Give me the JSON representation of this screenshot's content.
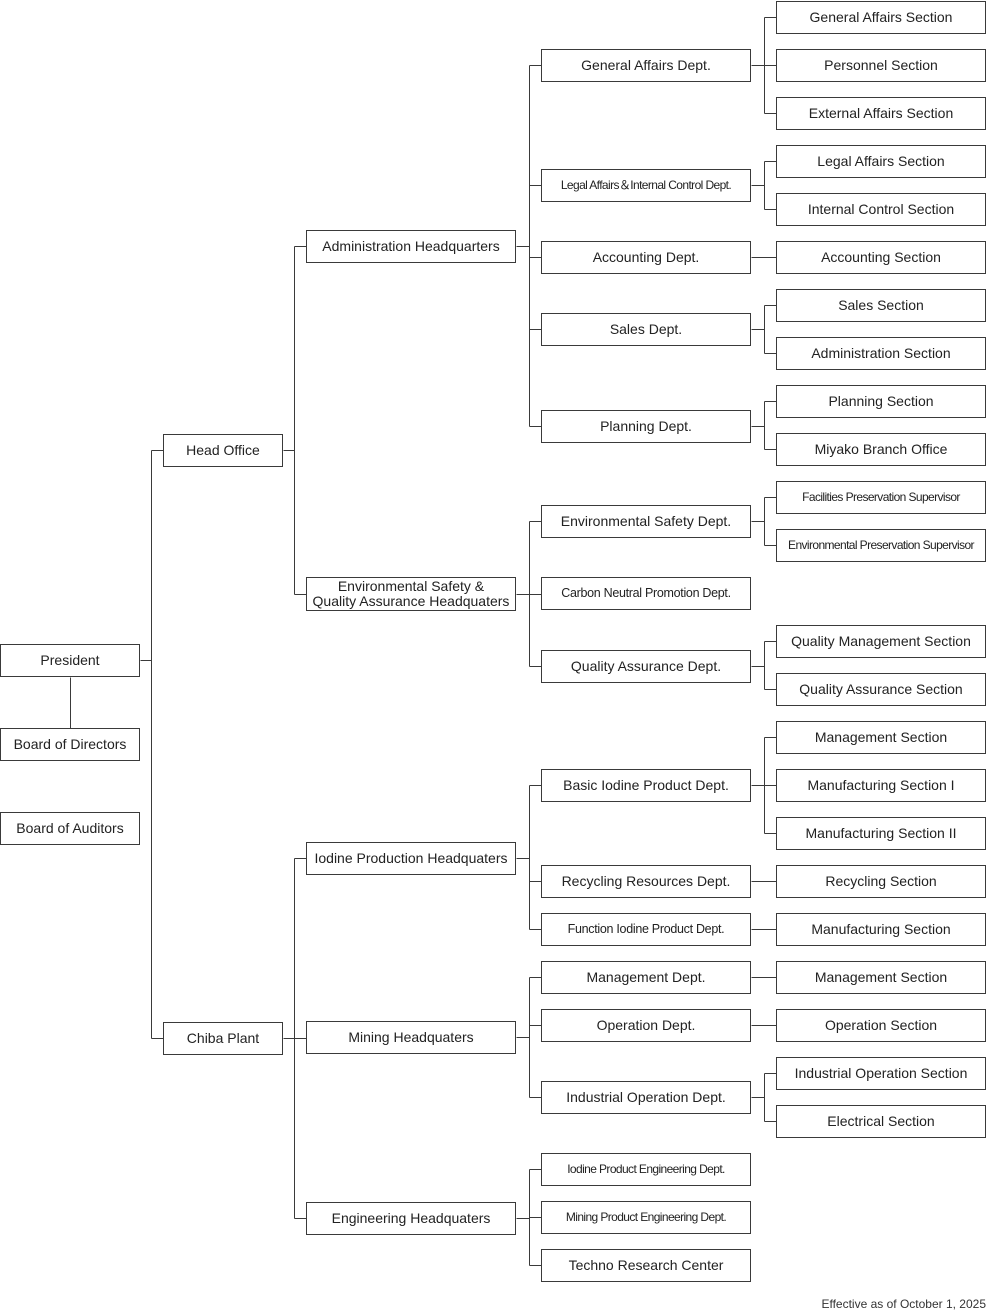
{
  "top": {
    "president": "President",
    "board_of_directors": "Board of Directors",
    "board_of_auditors": "Board of Auditors"
  },
  "divisions": {
    "head_office": "Head Office",
    "chiba_plant": "Chiba Plant"
  },
  "headquarters": {
    "administration": "Administration Headquarters",
    "env_safety_qa": "Environmental Safety &\nQuality Assurance Headquaters",
    "iodine_production": "Iodine Production Headquaters",
    "mining": "Mining Headquaters",
    "engineering": "Engineering Headquaters"
  },
  "depts": {
    "general_affairs": "General Affairs Dept.",
    "legal_internal_control": "Legal Affairs＆Internal Control Dept.",
    "accounting": "Accounting Dept.",
    "sales": "Sales Dept.",
    "planning": "Planning Dept.",
    "environmental_safety": "Environmental Safety Dept.",
    "carbon_neutral": "Carbon Neutral Promotion Dept.",
    "quality_assurance": "Quality Assurance Dept.",
    "basic_iodine": "Basic Iodine Product Dept.",
    "recycling_resources": "Recycling Resources Dept.",
    "function_iodine": "Function Iodine Product Dept.",
    "management": "Management Dept.",
    "operation": "Operation Dept.",
    "industrial_operation": "Industrial Operation Dept.",
    "iodine_product_engineering": "Iodine Product Engineering Dept.",
    "mining_product_engineering": "Mining Product Engineering Dept.",
    "techno_research": "Techno Research Center"
  },
  "sections": {
    "general_affairs": "General Affairs Section",
    "personnel": "Personnel Section",
    "external_affairs": "External Affairs Section",
    "legal_affairs": "Legal Affairs Section",
    "internal_control": "Internal Control Section",
    "accounting": "Accounting Section",
    "sales": "Sales Section",
    "administration": "Administration Section",
    "planning": "Planning Section",
    "miyako_branch": "Miyako Branch Office",
    "facilities_preservation": "Facilities Preservation Supervisor",
    "environmental_preservation": "Environmental Preservation Supervisor",
    "quality_management": "Quality Management Section",
    "quality_assurance": "Quality Assurance Section",
    "management_1": "Management Section",
    "manufacturing_1": "Manufacturing Section I",
    "manufacturing_2": "Manufacturing Section II",
    "recycling": "Recycling Section",
    "manufacturing": "Manufacturing Section",
    "management_2": "Management Section",
    "operation": "Operation Section",
    "industrial_operation": "Industrial Operation Section",
    "electrical": "Electrical Section"
  },
  "footer": {
    "effective_date": "Effective as of October 1, 2025"
  }
}
